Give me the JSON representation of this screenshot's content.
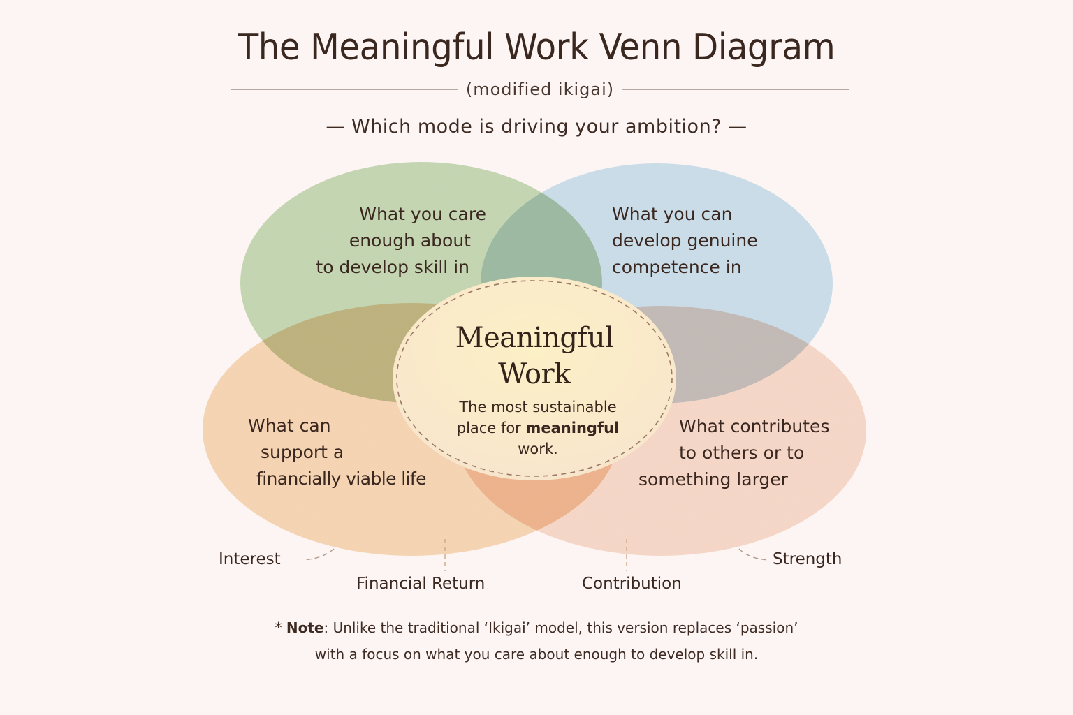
{
  "header": {
    "title": "The Meaningful Work Venn Diagram",
    "subtitle": "(modified ikigai)",
    "question": "— Which mode is driving your ambition? —"
  },
  "colors": {
    "background": "#fcf5f3",
    "green_circle": "#c5d6b2",
    "blue_circle": "#c9dce7",
    "orange_circle": "#f5d3b3",
    "peach_circle": "#f5d4c4",
    "center_fill": "#fbefcf",
    "dashed_border": "#9a7a66",
    "text": "#3a2820"
  },
  "circles": [
    {
      "id": "interest",
      "position": "top-left",
      "color": "green",
      "lines": [
        "What you care",
        "enough about",
        "to develop skill in"
      ]
    },
    {
      "id": "strength",
      "position": "top-right",
      "color": "blue",
      "lines": [
        "What you can",
        "develop genuine",
        "competence in"
      ]
    },
    {
      "id": "financial_return",
      "position": "bottom-left",
      "color": "orange",
      "lines": [
        "What can",
        "support a",
        "financially viable life"
      ]
    },
    {
      "id": "contribution",
      "position": "bottom-right",
      "color": "peach",
      "lines": [
        "What contributes",
        "to others or to",
        "something larger"
      ]
    }
  ],
  "center": {
    "title_line1": "Meaningful",
    "title_line2": "Work",
    "desc_line1": "The most sustainable",
    "desc_line2_prefix": "place for ",
    "desc_line2_bold": "meaningful",
    "desc_line3": "work."
  },
  "dimension_labels": {
    "interest": "Interest",
    "financial_return": "Financial Return",
    "contribution": "Contribution",
    "strength": "Strength"
  },
  "note": {
    "marker": "*",
    "label": "Note",
    "line1_rest": ": Unlike the traditional ‘Ikigai’ model, this version replaces ‘passion’",
    "line2": "with a focus on what you care about enough to develop skill in."
  }
}
